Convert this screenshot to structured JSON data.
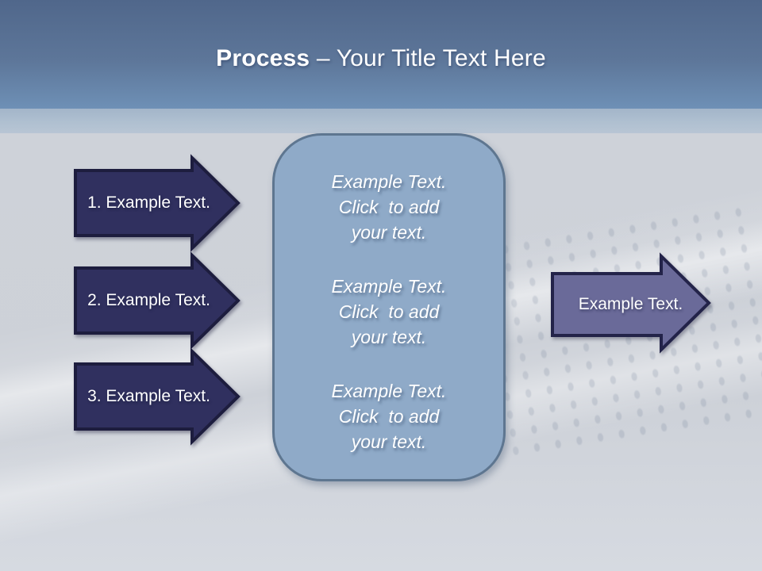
{
  "title": {
    "bold": "Process",
    "rest": " – Your Title Text Here"
  },
  "left_arrows": [
    {
      "label": "1. Example Text."
    },
    {
      "label": "2. Example Text."
    },
    {
      "label": "3. Example Text."
    }
  ],
  "center_box": {
    "blocks": [
      {
        "lines": [
          "Example Text.",
          "Click  to add",
          "your text."
        ]
      },
      {
        "lines": [
          "Example Text.",
          "Click  to add",
          "your text."
        ]
      },
      {
        "lines": [
          "Example Text.",
          "Click  to add",
          "your text."
        ]
      }
    ]
  },
  "right_arrow": {
    "label": "Example Text."
  },
  "colors": {
    "header_gradient_top": "#50678B",
    "header_gradient_bottom": "#6E90B6",
    "divider_band": "#AEBFD0",
    "body_background": "#CDD1D8",
    "navy_arrow_fill": "#30305F",
    "navy_arrow_border": "#1D1D3E",
    "purple_arrow_fill": "#6A6A99",
    "purple_arrow_border": "#232349",
    "panel_fill": "#8FAAC8",
    "panel_border": "#5E7690",
    "text": "#FFFFFF"
  }
}
